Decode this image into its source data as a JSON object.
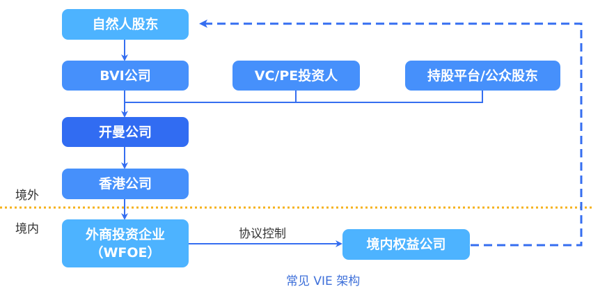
{
  "title": "常见 VIE 架构",
  "colors": {
    "light_blue": "#4db3ff",
    "mid_blue": "#4690fb",
    "dark_blue": "#316cf2",
    "line_blue": "#356ef0",
    "divider_orange": "#f5b21b",
    "caption_blue": "#3d6fd9"
  },
  "regions": {
    "offshore": "境外",
    "onshore": "境内"
  },
  "nodes": {
    "natural_person": "自然人股东",
    "bvi": "BVI公司",
    "vcpe": "VC/PE投资人",
    "platform": "持股平台/公众股东",
    "cayman": "开曼公司",
    "hongkong": "香港公司",
    "wfoe_line1": "外商投资企业",
    "wfoe_line2": "（WFOE）",
    "domestic": "境内权益公司"
  },
  "edges": {
    "agreement_control": "协议控制"
  }
}
